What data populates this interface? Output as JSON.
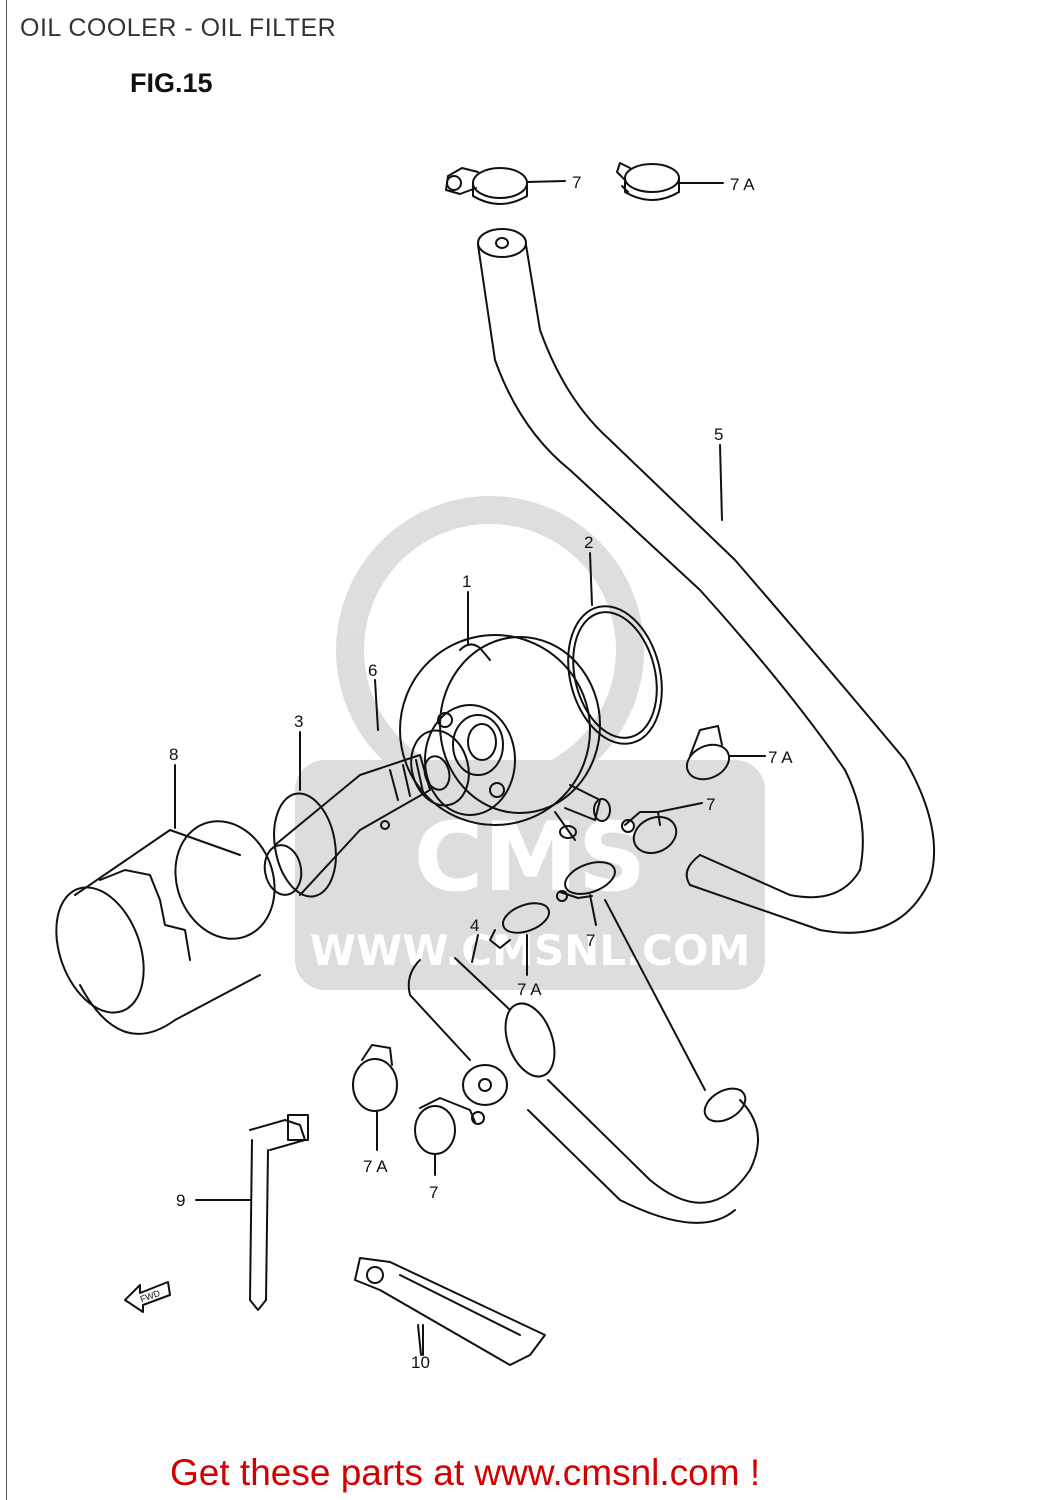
{
  "header": {
    "title": "OIL COOLER - OIL FILTER",
    "figure": "FIG.15"
  },
  "callouts": [
    {
      "key": "c7_top",
      "label": "7"
    },
    {
      "key": "c7a_top",
      "label": "7 A"
    },
    {
      "key": "c5",
      "label": "5"
    },
    {
      "key": "c2",
      "label": "2"
    },
    {
      "key": "c1",
      "label": "1"
    },
    {
      "key": "c6",
      "label": "6"
    },
    {
      "key": "c3",
      "label": "3"
    },
    {
      "key": "c8",
      "label": "8"
    },
    {
      "key": "c7a_mid",
      "label": "7 A"
    },
    {
      "key": "c7_mid",
      "label": "7"
    },
    {
      "key": "c7_lower",
      "label": "7"
    },
    {
      "key": "c4",
      "label": "4"
    },
    {
      "key": "c7a_lower",
      "label": "7 A"
    },
    {
      "key": "c7a_bottom",
      "label": "7 A"
    },
    {
      "key": "c7_bottom",
      "label": "7"
    },
    {
      "key": "c9",
      "label": "9"
    },
    {
      "key": "c10",
      "label": "10"
    }
  ],
  "fwd_marker": "FWD",
  "watermark": {
    "brand": "CMS",
    "url": "WWW.CMSNL.COM"
  },
  "footer": {
    "text": "Get these parts at www.cmsnl.com !",
    "color": "#d40000"
  }
}
